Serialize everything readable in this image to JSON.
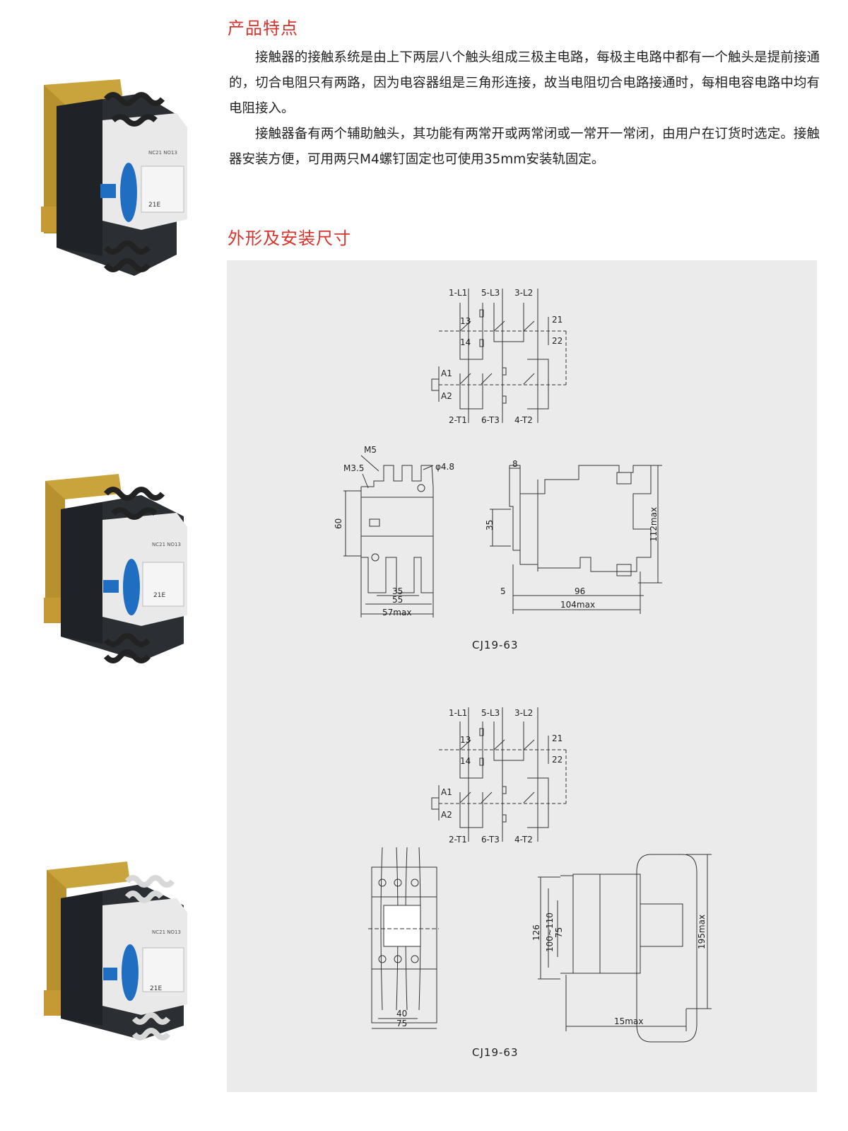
{
  "features": {
    "title": "产品特点",
    "paragraphs": [
      "接触器的接触系统是由上下两层八个触头组成三极主电路，每极主电路中都有一个触头是提前接通的，切合电阻只有两路，因为电容器组是三角形连接，故当电阻切合电路接通时，每相电容电路中均有电阻接入。",
      "接触器备有两个辅助触头，其功能有两常开或两常闭或一常开一常闭，由用户在订货时选定。接触器安装方便，可用两只M4螺钉固定也可使用35mm安装轨固定。"
    ]
  },
  "dimensions": {
    "title": "外形及安装尺寸",
    "circuit_labels": {
      "top": [
        "1-L1",
        "5-L3",
        "3-L2"
      ],
      "bottom": [
        "2-T1",
        "6-T3",
        "4-T2"
      ],
      "aux": [
        "13",
        "14",
        "21",
        "22"
      ],
      "coil": [
        "A1",
        "A2"
      ]
    },
    "drawing1": {
      "front_labels": [
        "M5",
        "M3.5",
        "φ4.8",
        "60",
        "35",
        "55",
        "57max"
      ],
      "side_labels": [
        "8",
        "35",
        "112max",
        "5",
        "96",
        "104max"
      ],
      "caption": "CJ19-63"
    },
    "drawing2": {
      "front_labels": [
        "40",
        "75"
      ],
      "side_labels": [
        "126",
        "100~110",
        "75",
        "195max",
        "15max"
      ],
      "caption": "CJ19-63"
    }
  },
  "product_photos": [
    {
      "model_label": "21E",
      "contact_label": "NC21\nNO13"
    },
    {
      "model_label": "21E",
      "contact_label": "NC21\nNO13"
    },
    {
      "model_label": "21E",
      "contact_label": "NC21\nNO13"
    }
  ],
  "colors": {
    "heading": "#d9322a",
    "panel": "#ebebeb",
    "body_dark": "#2b2e33",
    "terminal_white": "#e9e9e9",
    "bracket_gold": "#b8912f",
    "badge_blue": "#1f6ec2"
  }
}
